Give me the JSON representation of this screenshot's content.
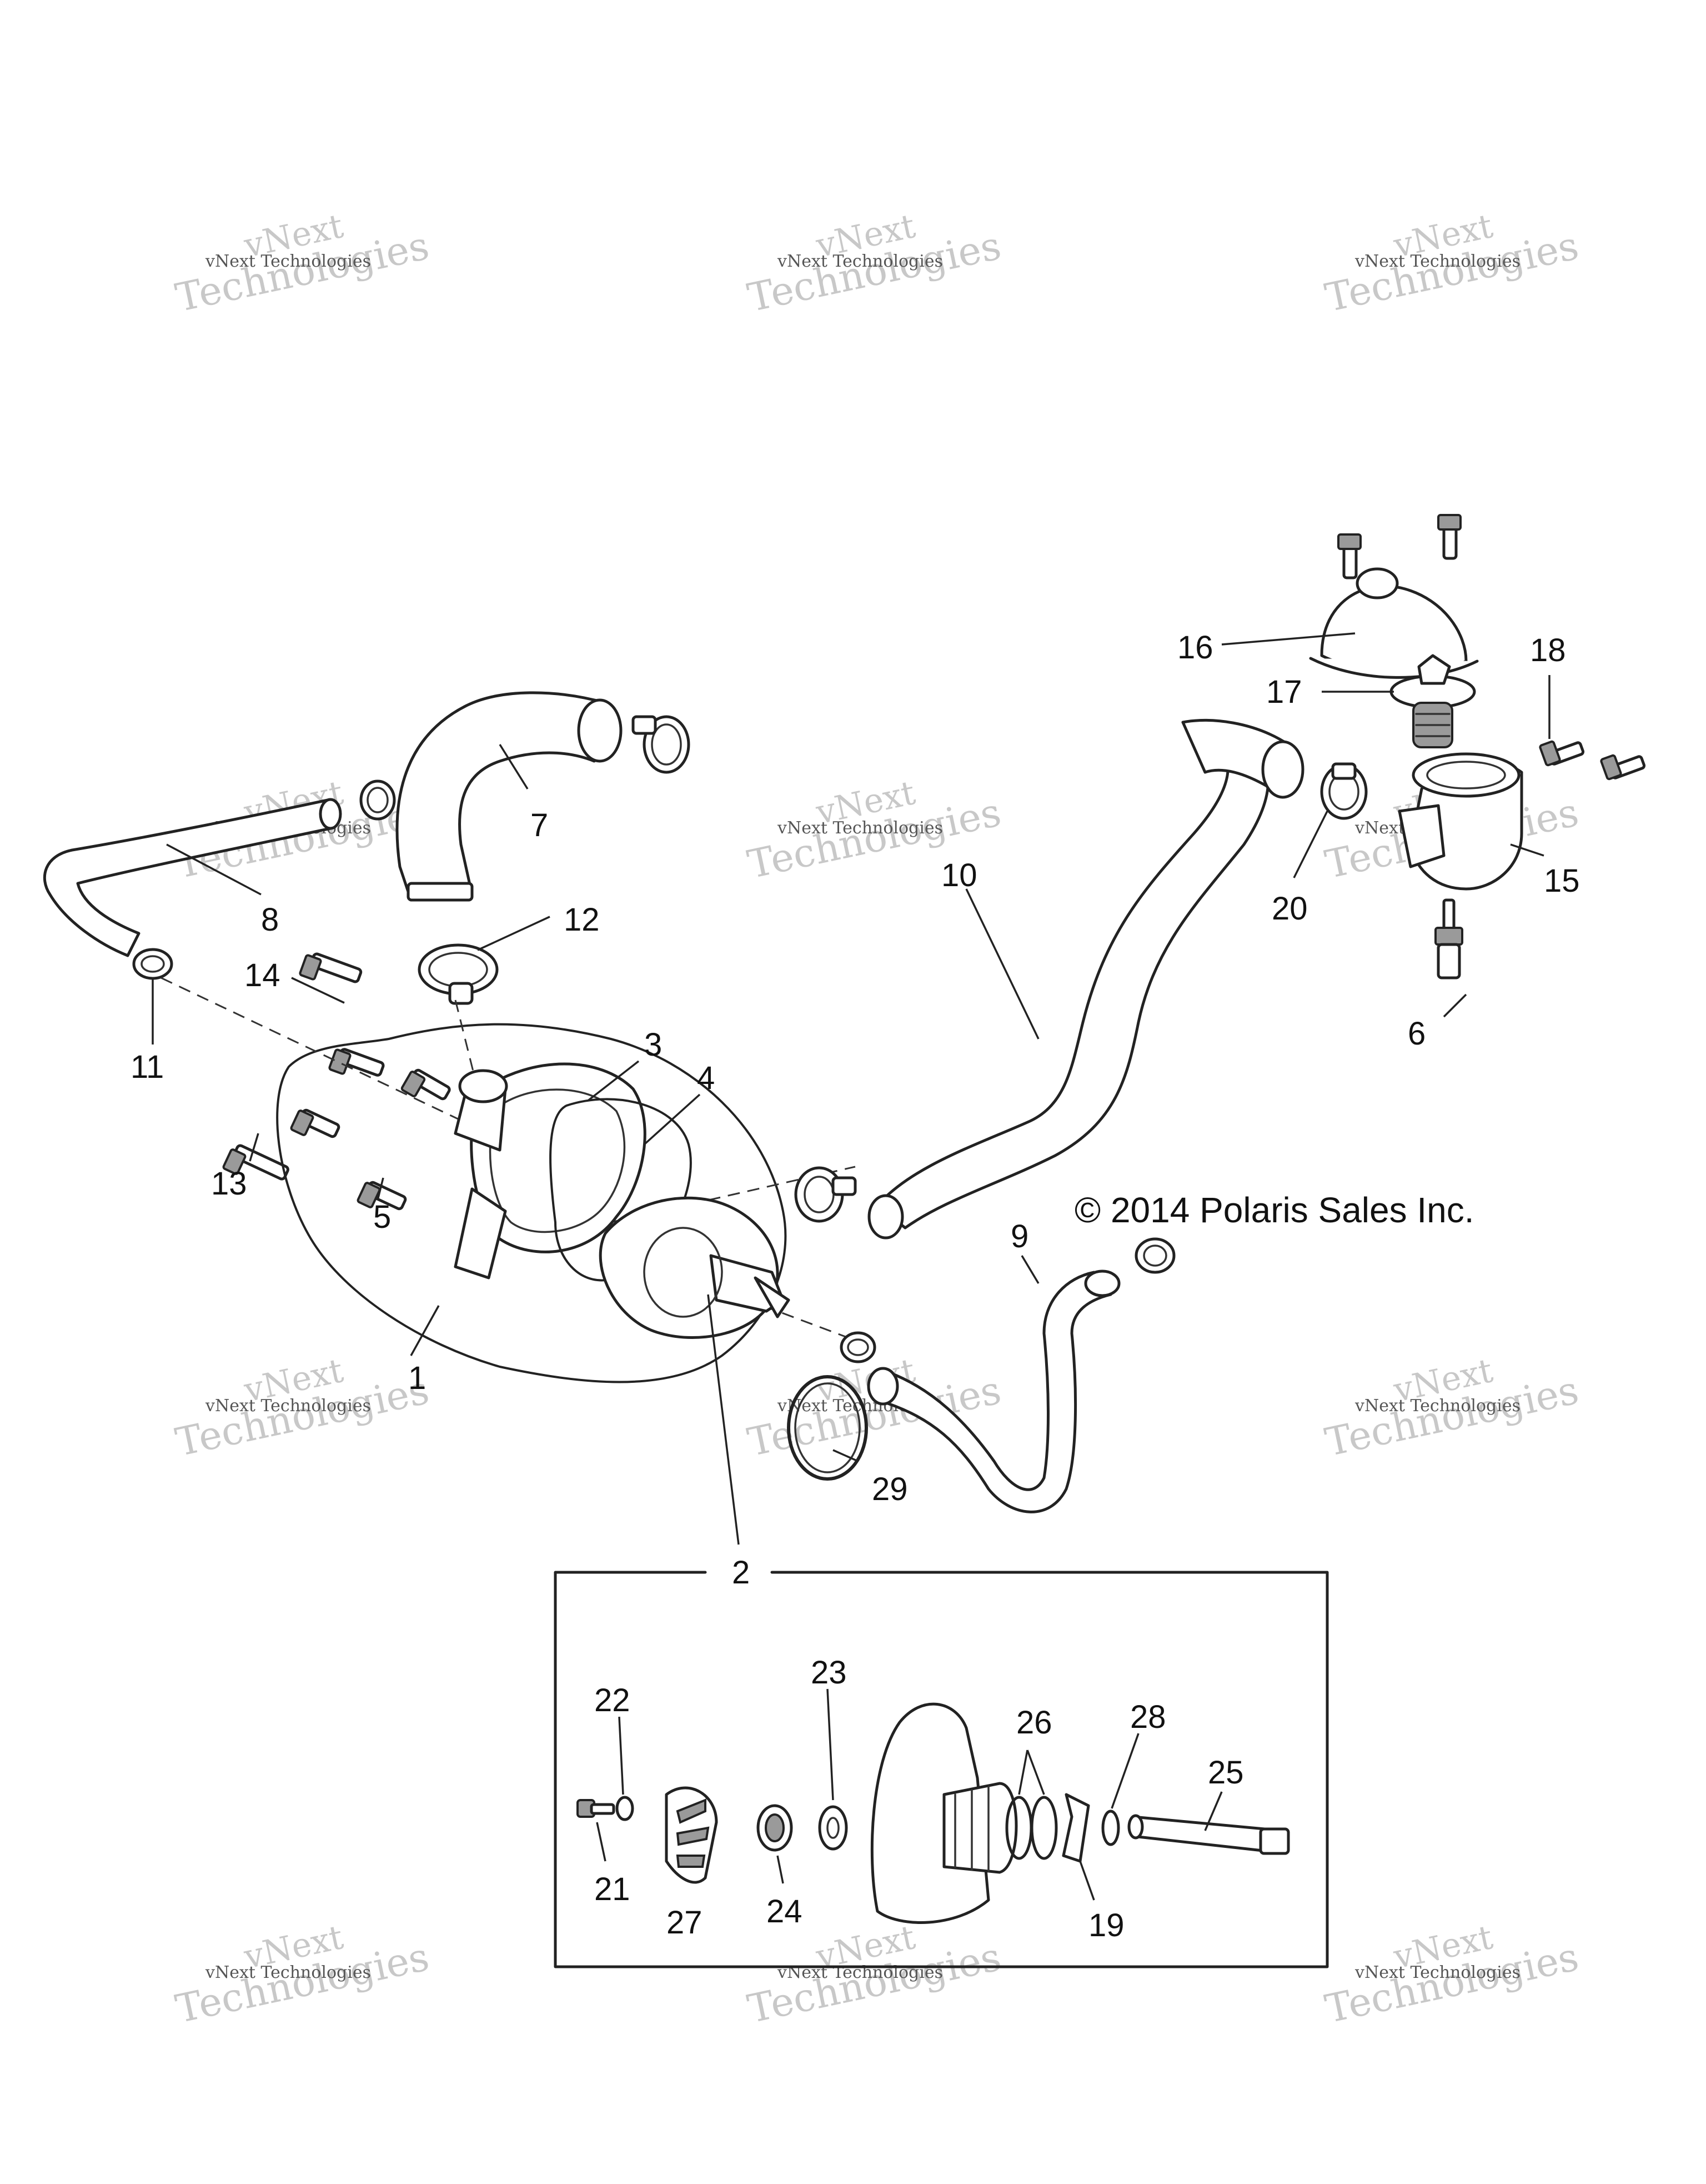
{
  "copyright": "© 2014 Polaris Sales Inc.",
  "watermark": {
    "line1": "vNext Technologies",
    "line2": "vNext",
    "line3": "Technologies",
    "text_color": "#555555",
    "ghost_color": "#c8c8c8"
  },
  "kit_label": "2",
  "callouts": {
    "c1": "1",
    "c2": "2",
    "c3": "3",
    "c4": "4",
    "c5": "5",
    "c6": "6",
    "c7": "7",
    "c8": "8",
    "c9": "9",
    "c10": "10",
    "c11": "11",
    "c12": "12",
    "c13": "13",
    "c14": "14",
    "c15": "15",
    "c16": "16",
    "c17": "17",
    "c18": "18",
    "c19": "19",
    "c20": "20",
    "c21": "21",
    "c22": "22",
    "c23": "23",
    "c24": "24",
    "c25": "25",
    "c26": "26",
    "c27": "27",
    "c28": "28",
    "c29": "29"
  }
}
